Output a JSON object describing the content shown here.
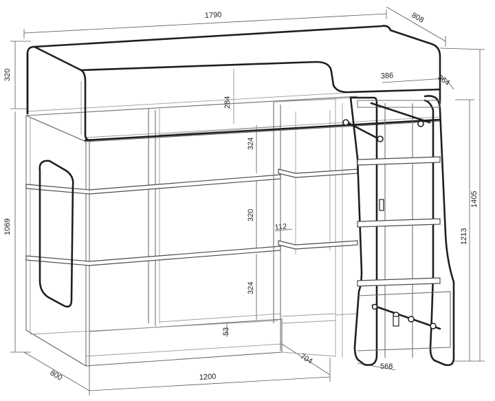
{
  "dimensions": {
    "total_length": "1790",
    "depth": "808",
    "rail_height": "320",
    "ladder_top_width": "386",
    "ladder_top_depth": "364",
    "under_rail_gap": "284",
    "shelf_gap_top": "324",
    "shelf_gap_middle": "320",
    "shelf_gap_bottom": "324",
    "side_height": "1069",
    "desk_depth": "112",
    "plinth": "53",
    "base_depth": "800",
    "base_length": "1200",
    "desk_length": "704",
    "ladder_width": "568",
    "ladder_height": "1213",
    "total_height": "1405"
  }
}
